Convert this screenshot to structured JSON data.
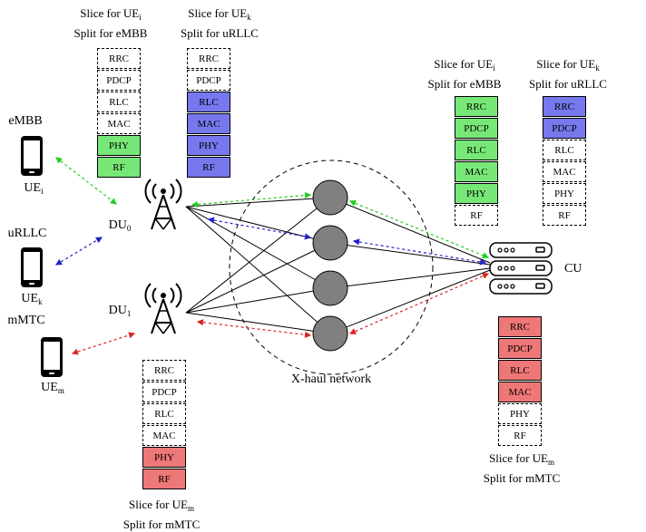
{
  "colors": {
    "embb": "#77e877",
    "urllc": "#7777ee",
    "mmtc": "#ee7777",
    "node": "#808080",
    "link_green": "#22cc22",
    "link_blue": "#2222cc",
    "link_red": "#dd2222"
  },
  "ue": {
    "embb_label": "eMBB",
    "urllc_label": "uRLLC",
    "mmtc_label": "mMTC",
    "ue_i": {
      "base": "UE",
      "sub": "i"
    },
    "ue_k": {
      "base": "UE",
      "sub": "k"
    },
    "ue_m": {
      "base": "UE",
      "sub": "m"
    }
  },
  "du0": {
    "base": "DU",
    "sub": "0"
  },
  "du1": {
    "base": "DU",
    "sub": "1"
  },
  "cu": "CU",
  "xhaul": "X-haul network",
  "layer_names": [
    "RRC",
    "PDCP",
    "RLC",
    "MAC",
    "PHY",
    "RF"
  ],
  "captions": {
    "slice_prefix": "Slice for UE",
    "split_embb": "Split for eMBB",
    "split_urllc": "Split for uRLLC",
    "split_mmtc": "Split for mMTC",
    "sub_i": "i",
    "sub_k": "k",
    "sub_m": "m"
  },
  "stacks": {
    "du_embb": {
      "filled": [
        "PHY",
        "RF"
      ],
      "color": "embb"
    },
    "du_urllc": {
      "filled": [
        "RLC",
        "MAC",
        "PHY",
        "RF"
      ],
      "color": "urllc"
    },
    "du_mmtc": {
      "filled": [
        "PHY",
        "RF"
      ],
      "color": "mmtc"
    },
    "cu_embb": {
      "filled": [
        "RRC",
        "PDCP",
        "RLC",
        "MAC",
        "PHY"
      ],
      "color": "embb"
    },
    "cu_urllc": {
      "filled": [
        "RRC",
        "PDCP"
      ],
      "color": "urllc"
    },
    "cu_mmtc": {
      "filled": [
        "RRC",
        "PDCP",
        "RLC",
        "MAC"
      ],
      "color": "mmtc"
    }
  }
}
